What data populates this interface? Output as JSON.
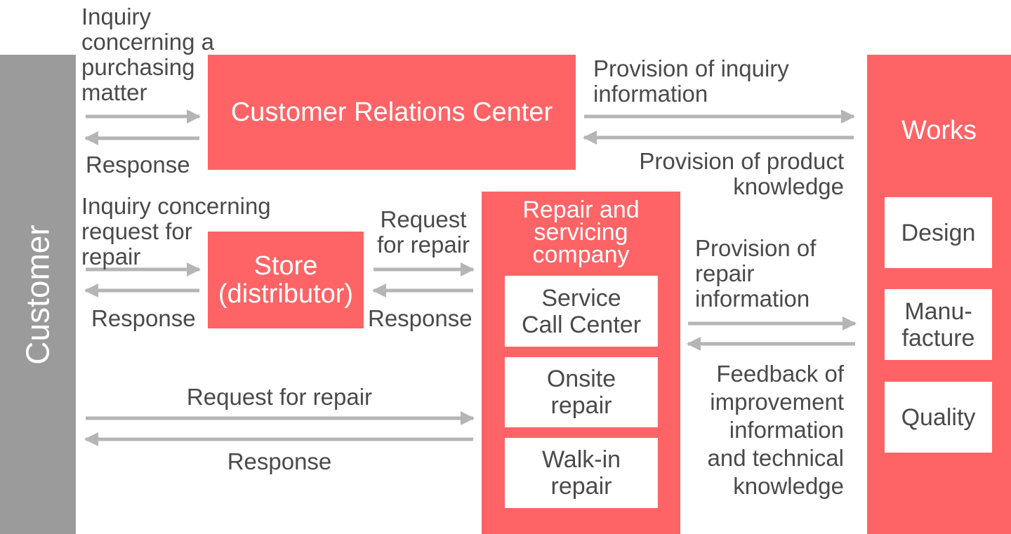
{
  "colors": {
    "accent": "#fe6466",
    "customer_bar": "#9b9b9b",
    "arrow": "#b5b5b5",
    "text": "#4a4a4a"
  },
  "customer": {
    "label": "Customer"
  },
  "crc": {
    "title": "Customer Relations Center"
  },
  "store": {
    "line1": "Store",
    "line2": "(distributor)"
  },
  "repair_company": {
    "title_line1": "Repair and",
    "title_line2": "servicing",
    "title_line3": "company",
    "service_call_line1": "Service",
    "service_call_line2": "Call Center",
    "onsite_line1": "Onsite",
    "onsite_line2": "repair",
    "walkin_line1": "Walk-in",
    "walkin_line2": "repair"
  },
  "works": {
    "title": "Works",
    "design": "Design",
    "manufacture_line1": "Manu-",
    "manufacture_line2": "facture",
    "quality": "Quality"
  },
  "labels": {
    "inquiry_purchasing_1": "Inquiry",
    "inquiry_purchasing_2": "concerning a",
    "inquiry_purchasing_3": "purchasing",
    "inquiry_purchasing_4": "matter",
    "response_crc": "Response",
    "provision_inquiry_1": "Provision of inquiry",
    "provision_inquiry_2": "information",
    "provision_product_1": "Provision of product",
    "provision_product_2": "knowledge",
    "inquiry_repair_1": "Inquiry concerning",
    "inquiry_repair_2": "request for",
    "inquiry_repair_3": "repair",
    "response_store": "Response",
    "request_repair_store_1": "Request",
    "request_repair_store_2": "for repair",
    "response_store_repair": "Response",
    "request_repair_direct": "Request for repair",
    "response_direct": "Response",
    "provision_repair_1": "Provision of",
    "provision_repair_2": "repair",
    "provision_repair_3": "information",
    "feedback_1": "Feedback of",
    "feedback_2": "improvement",
    "feedback_3": "information",
    "feedback_4": "and technical",
    "feedback_5": "knowledge"
  }
}
